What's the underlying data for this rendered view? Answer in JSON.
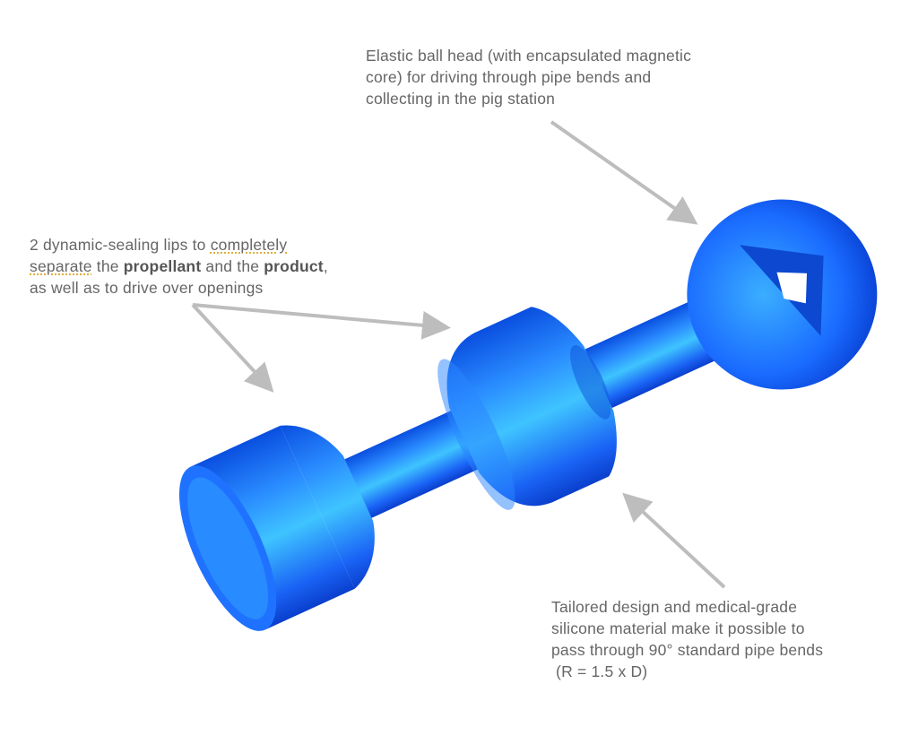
{
  "annotations": {
    "ball_head": {
      "lines": [
        "Elastic ball head (with encapsulated magnetic",
        "core) for driving through pipe bends and",
        "collecting in the pig station"
      ]
    },
    "sealing_lips": {
      "line1_a": "2 dynamic-sealing lips to ",
      "line1_b": "completely",
      "line2_a": "separate",
      "line2_b": " the ",
      "line2_c": "propellant",
      "line2_d": " and the ",
      "line2_e": "product",
      "line2_f": ",",
      "line3": "as well as to drive over openings"
    },
    "material": {
      "lines": [
        "Tailored design and medical-grade",
        "silicone material make it possible to",
        "pass through 90° standard pipe bends",
        " (R = 1.5 x D)"
      ]
    }
  },
  "colors": {
    "object_blue": "#1a6bff",
    "object_highlight": "#3cc0ff",
    "arrow": "#bdbdbd",
    "text": "#666666"
  }
}
